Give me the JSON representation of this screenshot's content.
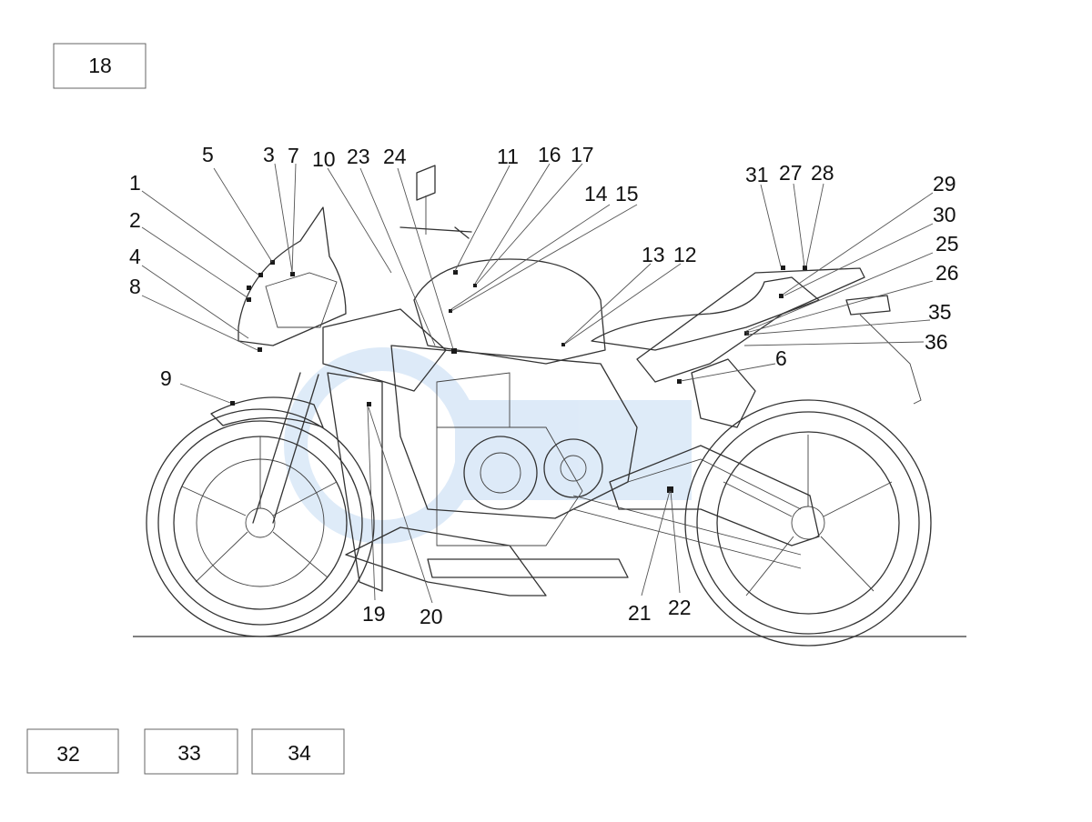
{
  "boxes": [
    "18",
    "32",
    "33",
    "34"
  ],
  "callouts": [
    "1",
    "2",
    "3",
    "4",
    "5",
    "6",
    "7",
    "8",
    "9",
    "10",
    "11",
    "12",
    "13",
    "14",
    "15",
    "16",
    "17",
    "19",
    "20",
    "21",
    "22",
    "23",
    "24",
    "25",
    "26",
    "27",
    "28",
    "29",
    "30",
    "31",
    "35",
    "36"
  ],
  "colors": {
    "line": "#333333",
    "watermark": "#4a90d9",
    "background": "#ffffff"
  }
}
